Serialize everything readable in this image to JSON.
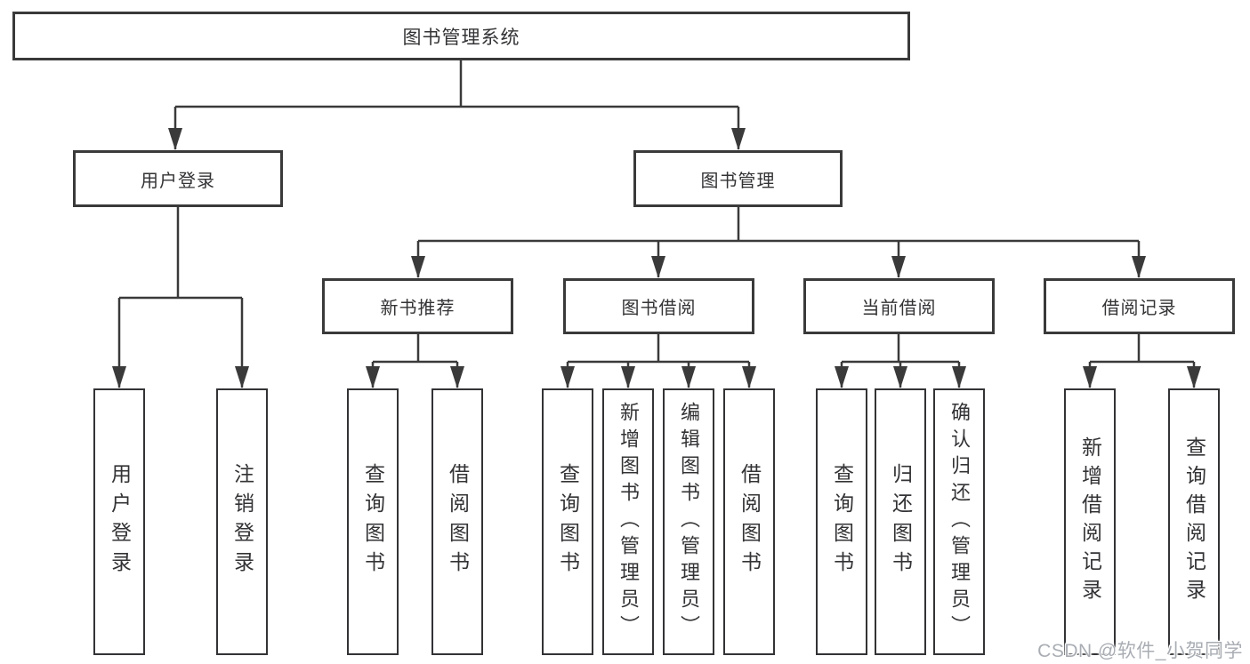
{
  "diagram": {
    "type": "hierarchy-tree",
    "colors": {
      "background": "#ffffff",
      "line": "#3a3a3a",
      "box_border": "#3a3a3a",
      "text": "#333336",
      "watermark": "#a9adb3"
    },
    "tree": {
      "root": {
        "label": "图书管理系统"
      },
      "branches": [
        {
          "label": "用户登录",
          "children": [
            {
              "label": "用户登录"
            },
            {
              "label": "注销登录"
            }
          ]
        },
        {
          "label": "图书管理",
          "children": [
            {
              "label": "新书推荐",
              "children": [
                {
                  "label": "查询图书"
                },
                {
                  "label": "借阅图书"
                }
              ]
            },
            {
              "label": "图书借阅",
              "children": [
                {
                  "label": "查询图书"
                },
                {
                  "label": "新增图书（管理员）"
                },
                {
                  "label": "编辑图书（管理员）"
                },
                {
                  "label": "借阅图书"
                }
              ]
            },
            {
              "label": "当前借阅",
              "children": [
                {
                  "label": "查询图书"
                },
                {
                  "label": "归还图书"
                },
                {
                  "label": "确认归还（管理员）"
                }
              ]
            },
            {
              "label": "借阅记录",
              "children": [
                {
                  "label": "新增借阅记录"
                },
                {
                  "label": "查询借阅记录"
                }
              ]
            }
          ]
        }
      ]
    },
    "watermark": {
      "text": "CSDN @软件_小贺同学"
    }
  }
}
